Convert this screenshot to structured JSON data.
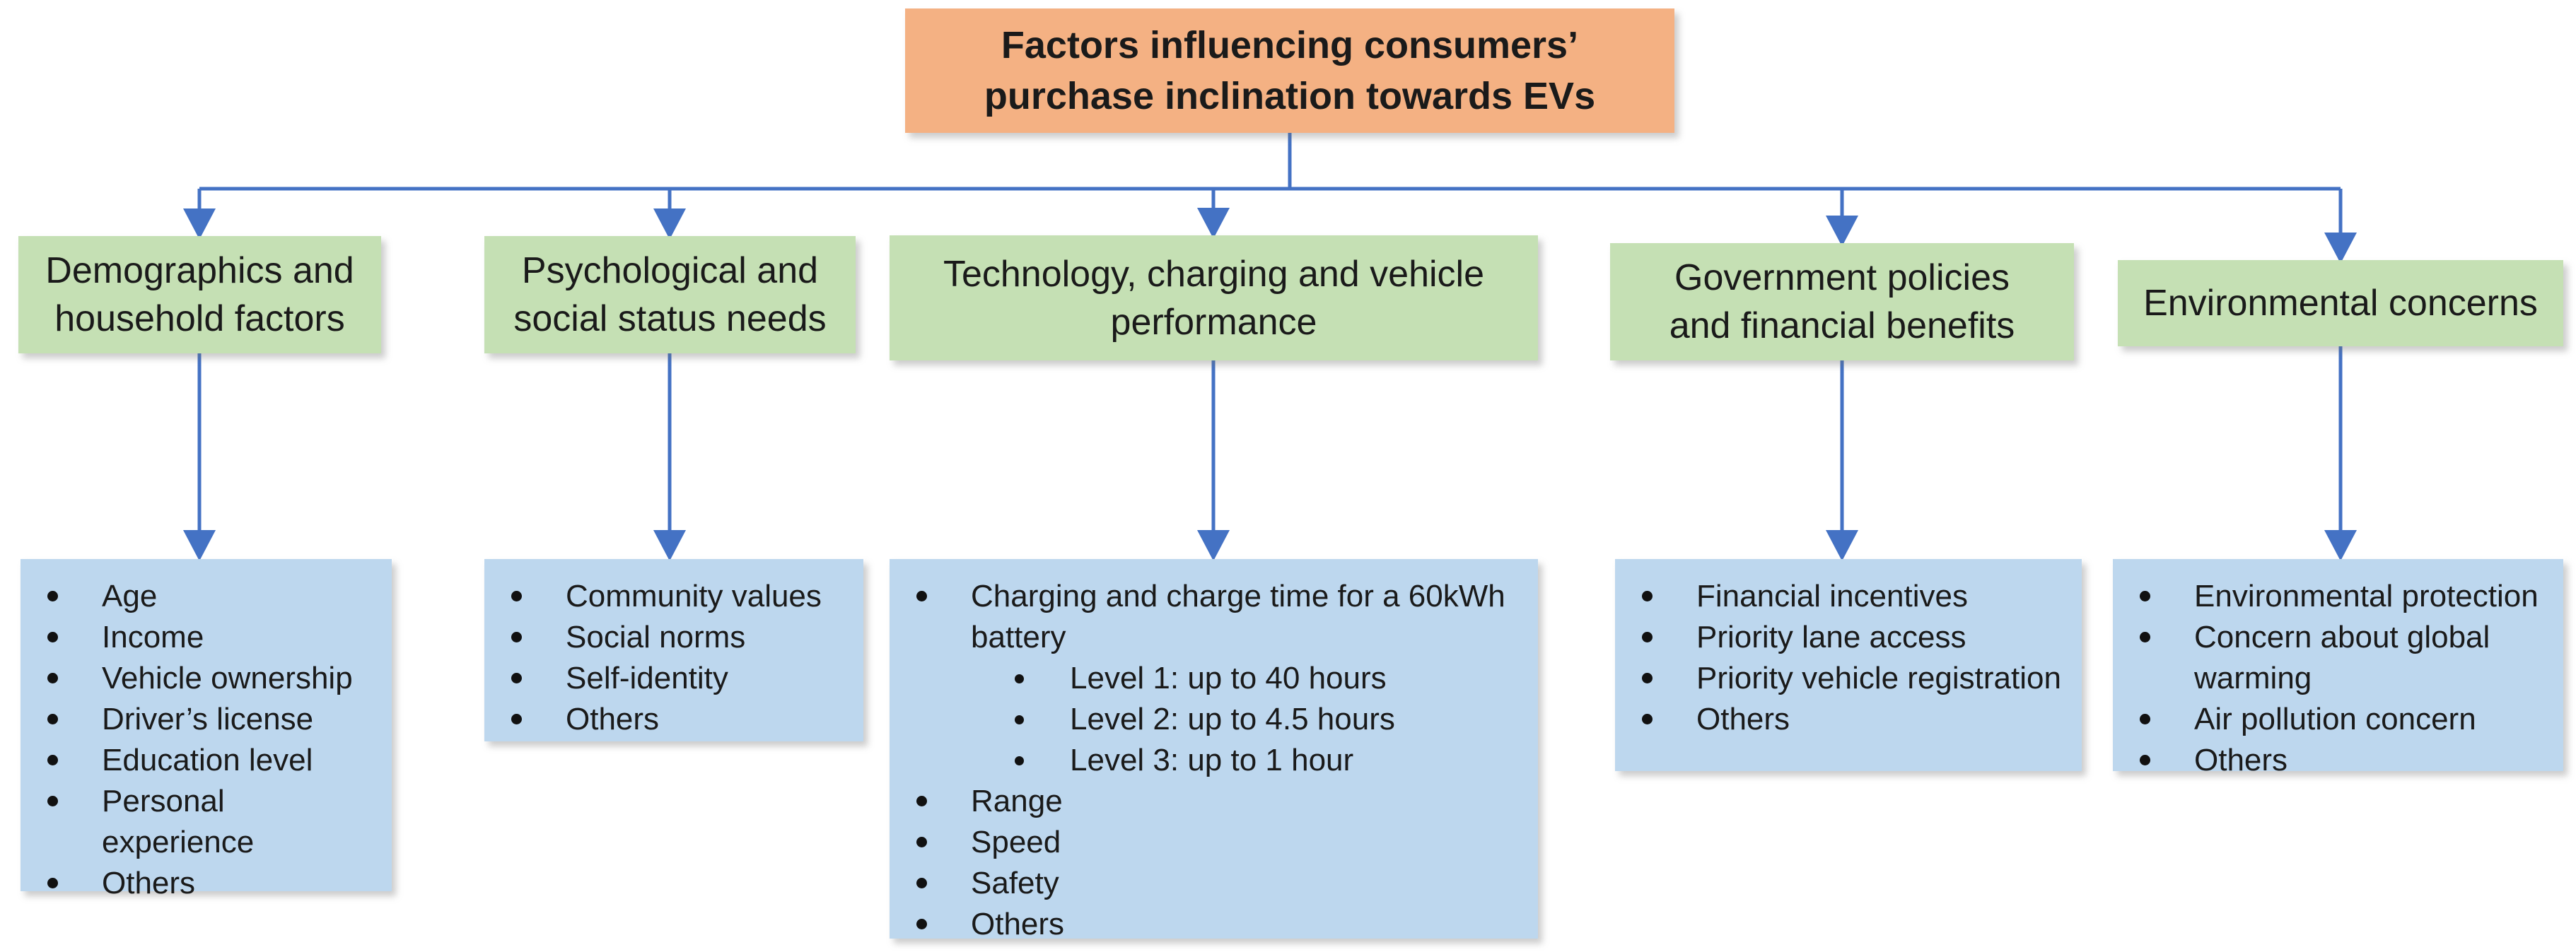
{
  "theme": {
    "title_bg": "#F4B183",
    "category_bg": "#C5E0B4",
    "detail_bg": "#BDD7EE",
    "connector_color": "#4472C4",
    "text_color": "#1A1A1A"
  },
  "title": {
    "lines": [
      "Factors influencing consumers’",
      "purchase inclination towards EVs"
    ]
  },
  "columns": [
    {
      "id": "demographics",
      "title": "Demographics and household factors",
      "items": [
        {
          "text": "Age"
        },
        {
          "text": "Income"
        },
        {
          "text": "Vehicle ownership"
        },
        {
          "text": "Driver’s license"
        },
        {
          "text": "Education level"
        },
        {
          "text": "Personal experience"
        },
        {
          "text": "Others"
        }
      ]
    },
    {
      "id": "psychological",
      "title": "Psychological and social status needs",
      "items": [
        {
          "text": "Community values"
        },
        {
          "text": "Social norms"
        },
        {
          "text": "Self-identity"
        },
        {
          "text": "Others"
        }
      ]
    },
    {
      "id": "technology",
      "title": "Technology, charging and vehicle performance",
      "items": [
        {
          "text": "Charging and charge time for a 60kWh battery",
          "subitems": [
            "Level 1: up to 40 hours",
            "Level 2: up to 4.5 hours",
            "Level 3: up to 1 hour"
          ]
        },
        {
          "text": "Range"
        },
        {
          "text": "Speed"
        },
        {
          "text": "Safety"
        },
        {
          "text": "Others"
        }
      ]
    },
    {
      "id": "government",
      "title": "Government policies and financial benefits",
      "items": [
        {
          "text": "Financial incentives"
        },
        {
          "text": "Priority lane access"
        },
        {
          "text": "Priority vehicle registration"
        },
        {
          "text": "Others"
        }
      ]
    },
    {
      "id": "environmental",
      "title": "Environmental concerns",
      "items": [
        {
          "text": "Environmental protection"
        },
        {
          "text": "Concern about global warming"
        },
        {
          "text": "Air pollution concern"
        },
        {
          "text": "Others"
        }
      ]
    }
  ]
}
